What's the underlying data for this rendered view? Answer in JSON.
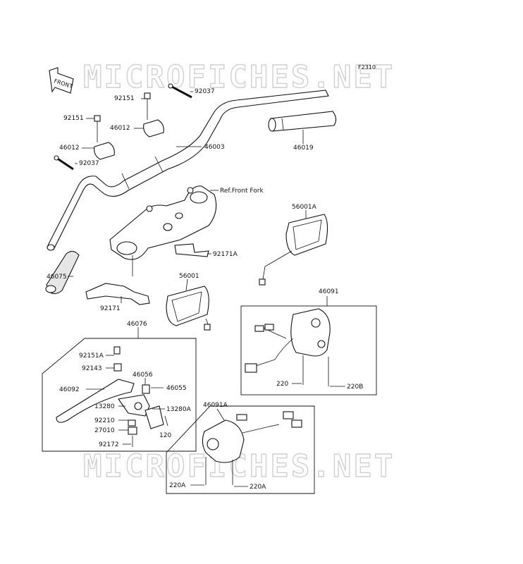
{
  "watermark": "MICROFICHES.NET",
  "figure_code": "F2310",
  "front_label": "FRONT",
  "labels": {
    "p92151_top": "92151",
    "p92037_top": "92037",
    "p92151_left": "92151",
    "p46012_top": "46012",
    "p46012_left": "46012",
    "p92037_left": "92037",
    "p46003": "46003",
    "p46019": "46019",
    "ref_front_fork": "Ref.Front Fork",
    "p56001A": "56001A",
    "p92171A": "92171A",
    "p46075": "46075",
    "p56001": "56001",
    "p92171": "92171",
    "p46091": "46091",
    "p46076": "46076",
    "p220": "220",
    "p220B": "220B",
    "p92151A": "92151A",
    "p92143": "92143",
    "p46056": "46056",
    "p46055": "46055",
    "p46092": "46092",
    "p13280": "13280",
    "p13280A": "13280A",
    "p92210": "92210",
    "p120": "120",
    "p27010": "27010",
    "p92172": "92172",
    "p46091A": "46091A",
    "p220A_left": "220A",
    "p220A_right": "220A"
  }
}
